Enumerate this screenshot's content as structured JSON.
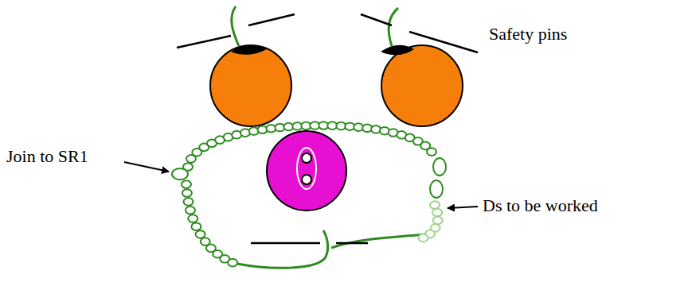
{
  "diagram": {
    "labels": [
      "Safety pins",
      "Join to SR1",
      "Ds to be worked"
    ]
  }
}
